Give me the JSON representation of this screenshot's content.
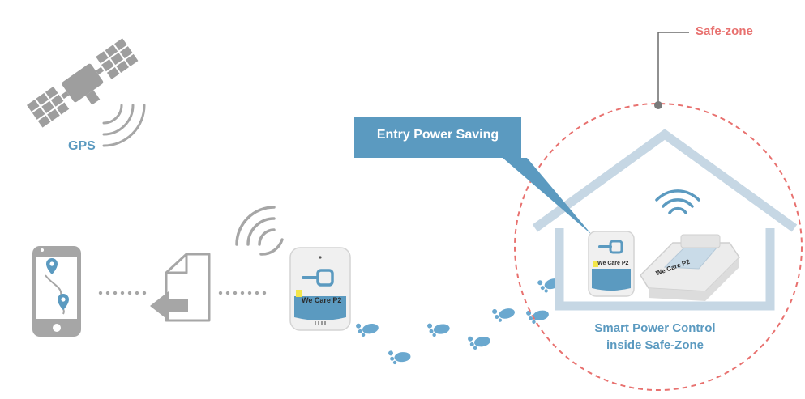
{
  "labels": {
    "gps": "GPS",
    "safe_zone": "Safe-zone",
    "callout": "Entry Power Saving",
    "smart_line1": "Smart Power Control",
    "smart_line2": "inside Safe-Zone"
  },
  "device": {
    "brand": "We Care P2"
  },
  "icons": [
    "satellite-icon",
    "smartphone-icon",
    "map-pin-icon",
    "document-transfer-icon",
    "footprint-icon",
    "wifi-signal-icon",
    "house-icon",
    "charging-dock-icon"
  ],
  "colors": {
    "accent_blue": "#5b9ac0",
    "callout_bg": "#5b9ac0",
    "safe_zone_red": "#e8716f",
    "icon_grey": "#a6a6a6",
    "house_blue": "#c6d7e4"
  }
}
